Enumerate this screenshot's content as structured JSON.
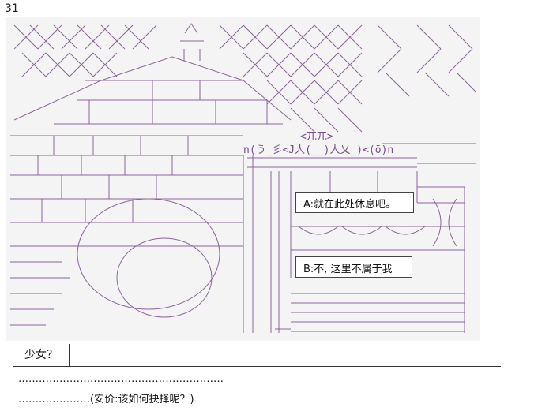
{
  "page_number": "31",
  "speech": {
    "a": "A:就在此处休息吧。",
    "b": "B:不, 这里不属于我"
  },
  "dialog": {
    "speaker": "少女？",
    "line1": "……………………………………………………",
    "line2": "…………………(安价:该如何抉择呢？)"
  },
  "art_text": {
    "sign": "<兀兀>",
    "face": "n(う_彡<J人(__)人乂_)<(ō)n"
  },
  "colors": {
    "art_line": "#7a4a8c",
    "frame": "#333333"
  }
}
